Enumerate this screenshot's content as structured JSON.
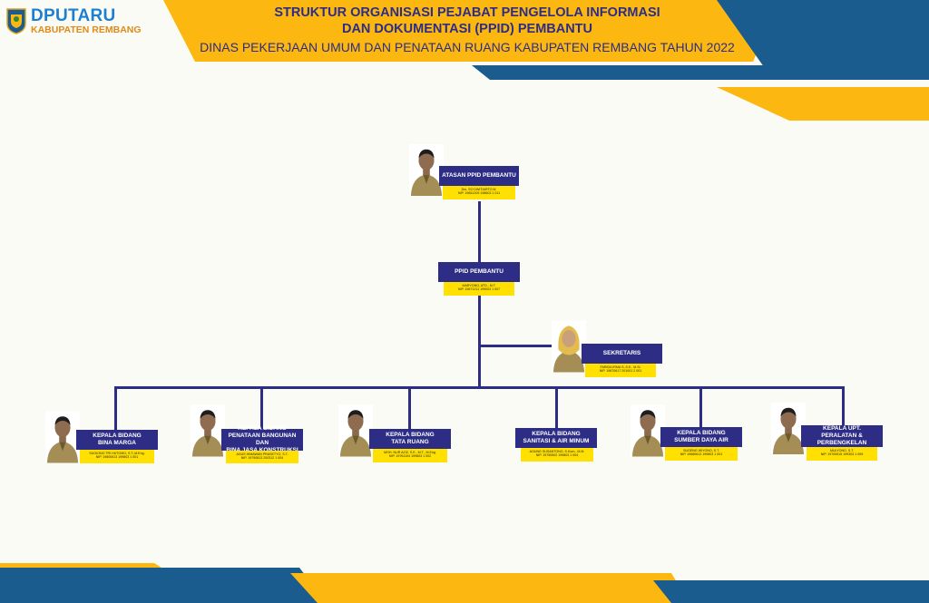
{
  "header": {
    "logo_main": "DPUTARU",
    "logo_sub": "KABUPATEN REMBANG",
    "title_line1": "STRUKTUR ORGANISASI PEJABAT PENGELOLA INFORMASI",
    "title_line2": "DAN DOKUMENTASI (PPID) PEMBANTU",
    "title_line3": "DINAS PEKERJAAN UMUM DAN PENATAAN RUANG KABUPATEN REMBANG TAHUN 2022"
  },
  "colors": {
    "navy": "#2d2d86",
    "yellow": "#ffe000",
    "gold": "#fcb711",
    "blue": "#1a5c8e",
    "background": "#fbfbf6"
  },
  "chart": {
    "atasan": {
      "role": "ATASAN PPID PEMBANTU",
      "name": "Drs. SO DWITIARTO M.",
      "nip": "NIP. 19651209 198603 1 011"
    },
    "ppid": {
      "role": "PPID PEMBANTU",
      "name": "MARYONO, ATD., M.T.",
      "nip": "NIP. 19671211 199003 1 007"
    },
    "sekretaris": {
      "role": "SEKRETARIS",
      "name": "FARIDA IRMA S.,S.E., M.Si.",
      "nip": "NIP. 19870617 201001 2 001"
    },
    "kabid": [
      {
        "role1": "KEPALA BIDANG",
        "role2": "BINA MARGA",
        "role3": "",
        "name": "SUGIONO TRI HUTOMO, S.T.,M.Eng.",
        "nip": "NIP. 19800613 199803 1 001"
      },
      {
        "role1": "KEPALA BIDANG",
        "role2": "PENATAAN BANGUNAN DAN",
        "role3": "BINA JASA KONSTRUKSI",
        "name": "AGUS HIMAWAN PRASETYO, S.T.",
        "nip": "NIP. 19790813 200312 1 004"
      },
      {
        "role1": "KEPALA BIDANG",
        "role2": "TATA RUANG",
        "role3": "",
        "name": "MOH. NUR AZIZ, S.E., M.T., M.Eng.",
        "nip": "NIP. 19761104 199803 1 002"
      },
      {
        "role1": "KEPALA BIDANG",
        "role2": "SANITASI & AIR MINUM",
        "role3": "",
        "name": "AGUNG SUSANTONO, S.Kom., M.M.",
        "nip": "NIP. 19750502 199803 1 004"
      },
      {
        "role1": "KEPALA BIDANG",
        "role2": "SUMBER DAYA AIR",
        "role3": "",
        "name": "SUGENG WIYONO, S.T.",
        "nip": "NIP. 19680613 199803 1 001"
      },
      {
        "role1": "KEPALA UPT.",
        "role2": "PERALATAN & PERBENGKELAN",
        "role3": "",
        "name": "MULYONO, S.T.",
        "nip": "NIP. 19700515 199303 1 009"
      }
    ]
  }
}
